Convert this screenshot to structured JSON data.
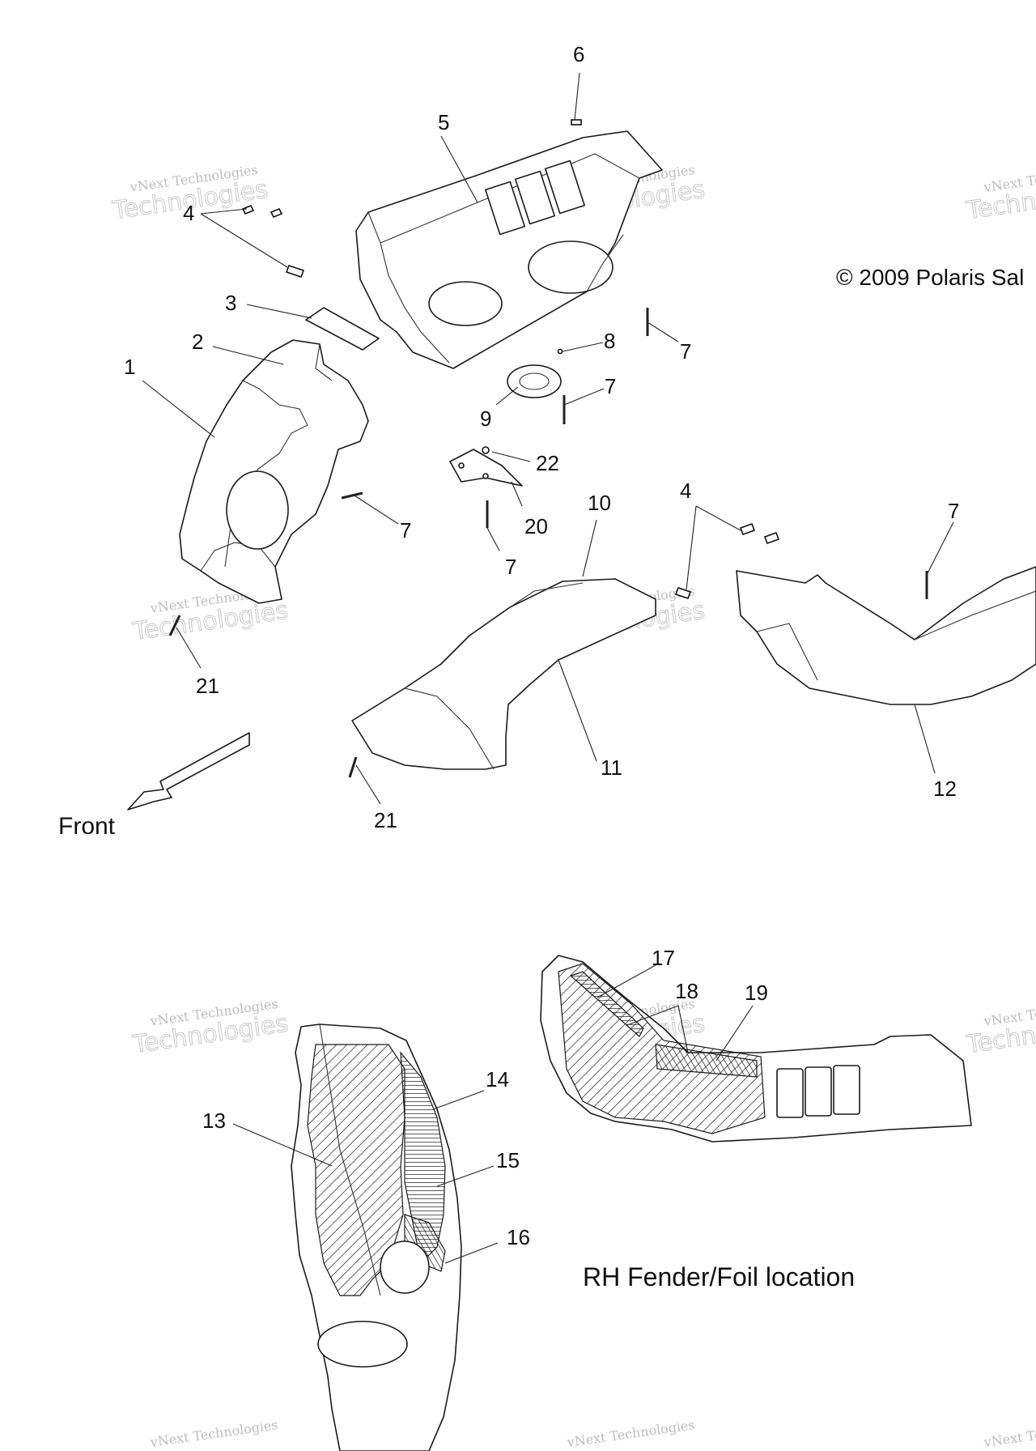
{
  "copyright": "© 2009 Polaris Sal",
  "front_label": "Front",
  "location_label": "RH Fender/Foil location",
  "watermark": {
    "line1": "vNext Technologies",
    "line2": "Technologies",
    "line3": "vNext"
  },
  "callouts": [
    {
      "id": "c1",
      "text": "1"
    },
    {
      "id": "c2",
      "text": "2"
    },
    {
      "id": "c3",
      "text": "3"
    },
    {
      "id": "c4a",
      "text": "4"
    },
    {
      "id": "c4b",
      "text": "4"
    },
    {
      "id": "c5",
      "text": "5"
    },
    {
      "id": "c6",
      "text": "6"
    },
    {
      "id": "c7a",
      "text": "7"
    },
    {
      "id": "c7b",
      "text": "7"
    },
    {
      "id": "c7c",
      "text": "7"
    },
    {
      "id": "c7d",
      "text": "7"
    },
    {
      "id": "c7e",
      "text": "7"
    },
    {
      "id": "c8",
      "text": "8"
    },
    {
      "id": "c9",
      "text": "9"
    },
    {
      "id": "c10",
      "text": "10"
    },
    {
      "id": "c11",
      "text": "11"
    },
    {
      "id": "c12",
      "text": "12"
    },
    {
      "id": "c13",
      "text": "13"
    },
    {
      "id": "c14",
      "text": "14"
    },
    {
      "id": "c15",
      "text": "15"
    },
    {
      "id": "c16",
      "text": "16"
    },
    {
      "id": "c17",
      "text": "17"
    },
    {
      "id": "c18",
      "text": "18"
    },
    {
      "id": "c19",
      "text": "19"
    },
    {
      "id": "c20",
      "text": "20"
    },
    {
      "id": "c21a",
      "text": "21"
    },
    {
      "id": "c21b",
      "text": "21"
    },
    {
      "id": "c22",
      "text": "22"
    }
  ]
}
